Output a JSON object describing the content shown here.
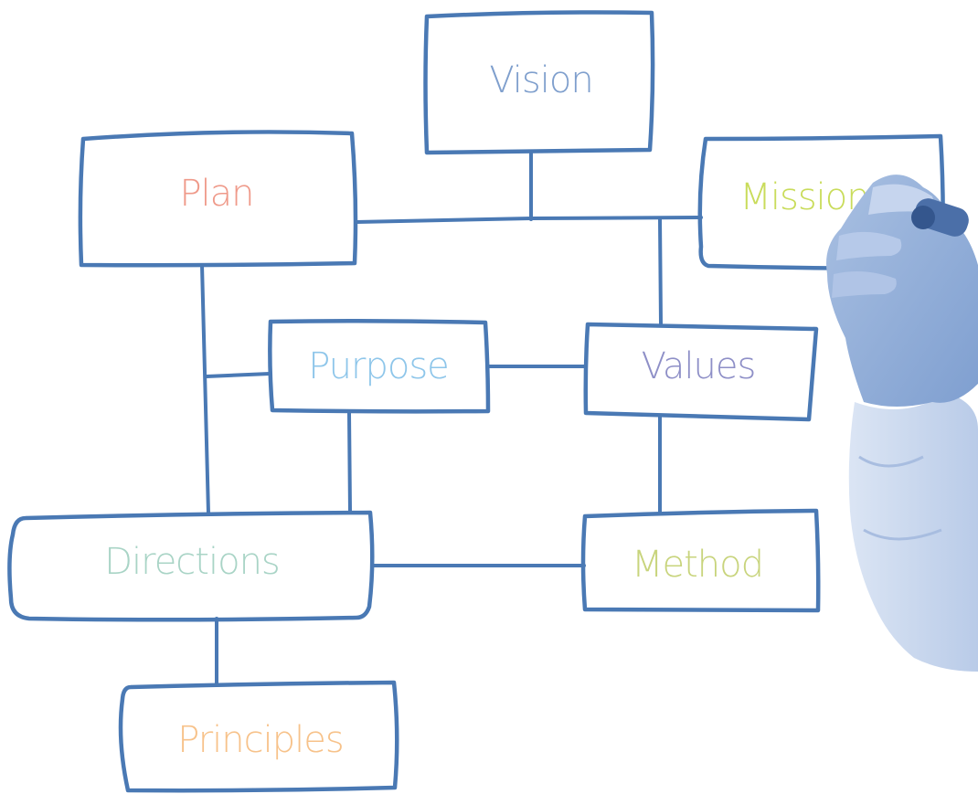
{
  "diagram": {
    "line_color": "#4a79b4",
    "nodes": {
      "vision": {
        "label": "Vision",
        "color": "#7f9fcd"
      },
      "plan": {
        "label": "Plan",
        "color": "#ef9a8a"
      },
      "mission": {
        "label": "Mission",
        "color": "#c9dc5b"
      },
      "purpose": {
        "label": "Purpose",
        "color": "#8ec6ea"
      },
      "values": {
        "label": "Values",
        "color": "#8e8fc7"
      },
      "directions": {
        "label": "Directions",
        "color": "#a9d4c6"
      },
      "method": {
        "label": "Method",
        "color": "#c8d47c"
      },
      "principles": {
        "label": "Principles",
        "color": "#f7c28a"
      }
    },
    "hand_image": "hand-holding-marker"
  }
}
